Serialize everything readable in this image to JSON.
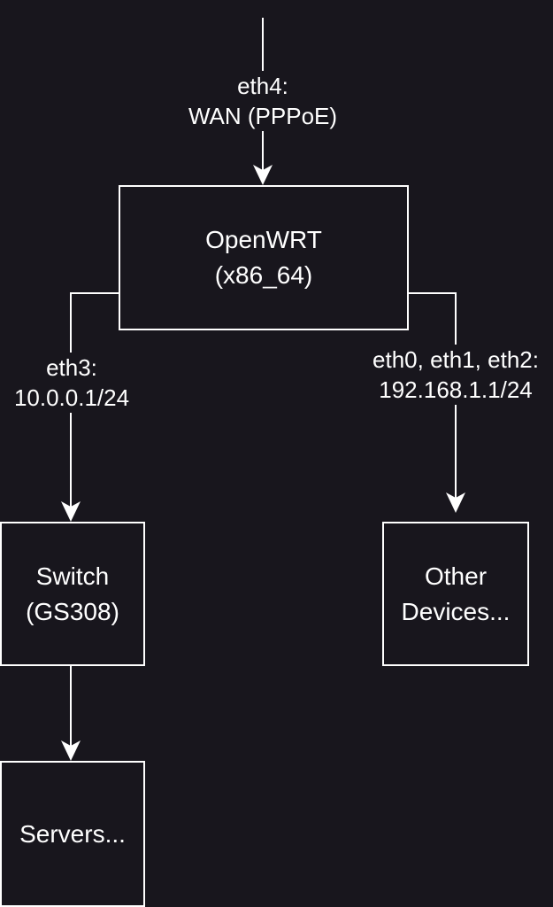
{
  "background": "#18161d",
  "stroke": "#ffffff",
  "nodes": {
    "openwrt": {
      "line1": "OpenWRT",
      "line2": "(x86_64)"
    },
    "switch": {
      "line1": "Switch",
      "line2": "(GS308)"
    },
    "other": {
      "line1": "Other",
      "line2": "Devices..."
    },
    "servers": {
      "line1": "Servers..."
    }
  },
  "edges": {
    "wan": {
      "line1": "eth4:",
      "line2": "WAN (PPPoE)"
    },
    "lan_left": {
      "line1": "eth3:",
      "line2": "10.0.0.1/24"
    },
    "lan_right": {
      "line1": "eth0, eth1, eth2:",
      "line2": "192.168.1.1/24"
    }
  }
}
